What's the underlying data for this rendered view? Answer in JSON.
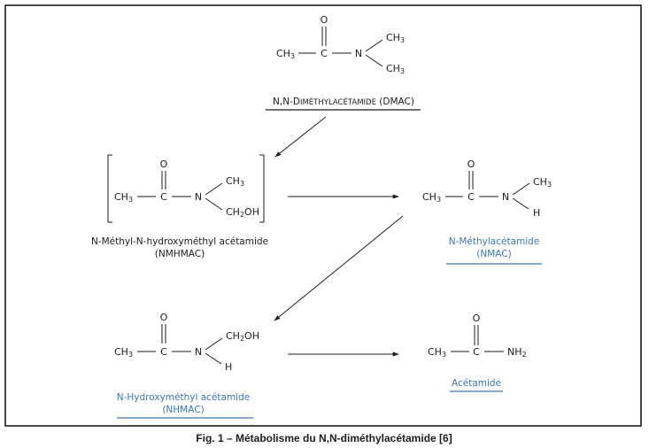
{
  "figure": {
    "caption": "Fig. 1 – Métabolisme du N,N-diméthylacétamide [6]",
    "colors": {
      "ink": "#1d1d1b",
      "highlight": "#3a78b4"
    }
  },
  "molecules": {
    "dmac": {
      "atoms": {
        "o": "O",
        "c": "C",
        "n": "N",
        "ch3_left": "CH",
        "ch3_up": "CH",
        "ch3_down": "CH",
        "sub3": "3"
      },
      "name_prefix": "N,N-D",
      "name_smallcaps": "IMÉTHYLACÉTAMIDE",
      "name_suffix": " (DMAC)",
      "highlighted": false
    },
    "nmhmac": {
      "atoms": {
        "o": "O",
        "c": "C",
        "n": "N",
        "ch3_left": "CH",
        "ch3_up": "CH",
        "ch2oh_a": "CH",
        "ch2oh_b": "OH",
        "sub3": "3",
        "sub2": "2"
      },
      "name_line1": "N-Méthyl-N-hydroxyméthyl acétamide",
      "name_line2": "(NMHMAC)",
      "bracketed": true,
      "highlighted": false
    },
    "nmac": {
      "atoms": {
        "o": "O",
        "c": "C",
        "n": "N",
        "ch3_left": "CH",
        "ch3_up": "CH",
        "h": "H",
        "sub3": "3"
      },
      "name_line1": "N-Méthylacétamide",
      "name_line2": "(NMAC)",
      "highlighted": true
    },
    "nhmac": {
      "atoms": {
        "o": "O",
        "c": "C",
        "n": "N",
        "ch3_left": "CH",
        "ch2oh_a": "CH",
        "ch2oh_b": "OH",
        "h": "H",
        "sub3": "3",
        "sub2": "2"
      },
      "name_line1": "N-Hydroxyméthyl acétamide",
      "name_line2": "(NHMAC)",
      "highlighted": true
    },
    "acetamide": {
      "atoms": {
        "o": "O",
        "c": "C",
        "ch3_left": "CH",
        "nh2": "NH",
        "sub3": "3",
        "sub2": "2"
      },
      "name_line1": "Acétamide",
      "highlighted": true
    }
  },
  "reactions": [
    {
      "from": "DMAC",
      "to": "NMHMAC"
    },
    {
      "from": "NMHMAC",
      "to": "NMAC"
    },
    {
      "from": "NMAC",
      "to": "NHMAC"
    },
    {
      "from": "NHMAC",
      "to": "Acétamide"
    }
  ]
}
